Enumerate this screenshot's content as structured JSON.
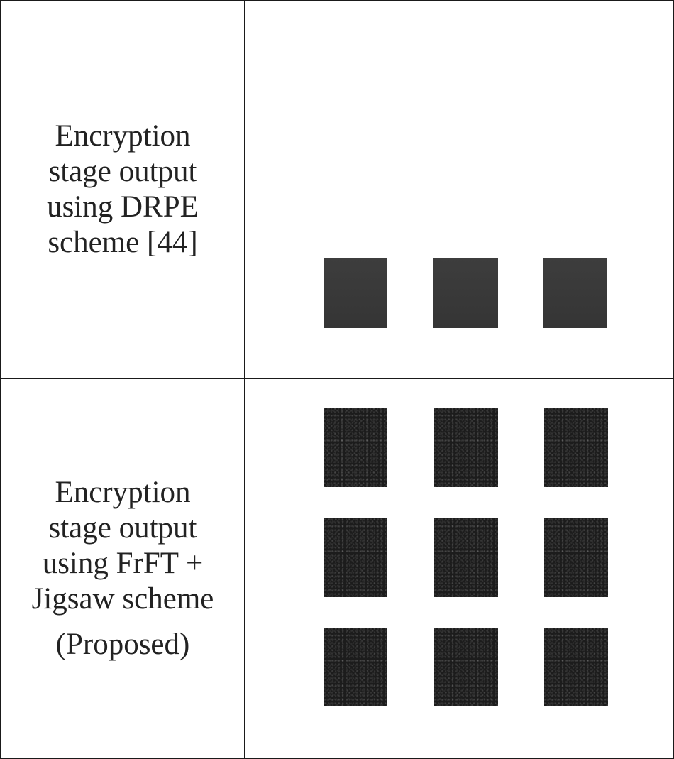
{
  "rows": [
    {
      "label": "Encryption\nstage output\nusing DRPE\nscheme [44]",
      "note": "",
      "tiles": 3
    },
    {
      "label": "Encryption\nstage output\nusing FrFT +\nJigsaw scheme",
      "note": "(Proposed)",
      "tiles": 9
    }
  ],
  "colors": {
    "border": "#1a1a1a",
    "drpe_tile": "#3a3a3a",
    "jigsaw_tile": "#1c1c1c",
    "text": "#222222"
  }
}
